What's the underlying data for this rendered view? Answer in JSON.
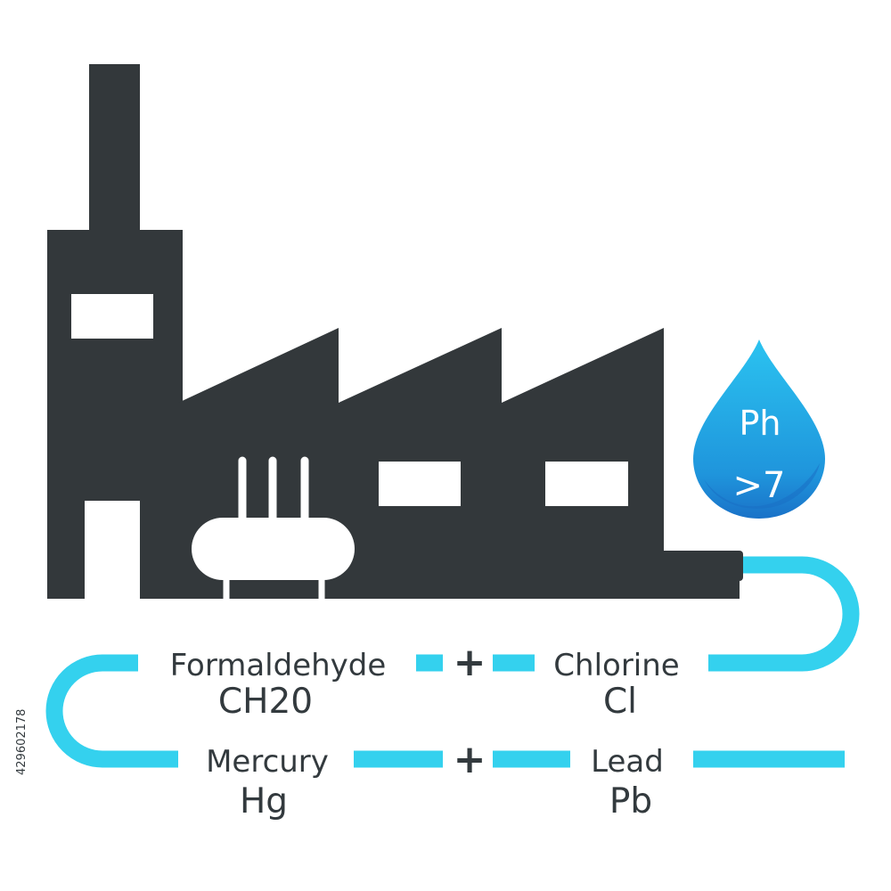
{
  "chemicals": [
    {
      "name": "Formaldehyde",
      "formula": "CH20"
    },
    {
      "name": "Chlorine",
      "formula": "Cl"
    },
    {
      "name": "Mercury",
      "formula": "Hg"
    },
    {
      "name": "Lead",
      "formula": "Pb"
    }
  ],
  "operators": {
    "top": "+",
    "bottom": "+"
  },
  "drop": {
    "line1": "Ph",
    "line2": ">7"
  },
  "side_id": "429602178",
  "colors": {
    "factory": "#33383b",
    "pipe": "#34d1ee",
    "drop_top": "#29b8ec",
    "drop_bottom": "#1f86d6",
    "text": "#333a3e"
  }
}
